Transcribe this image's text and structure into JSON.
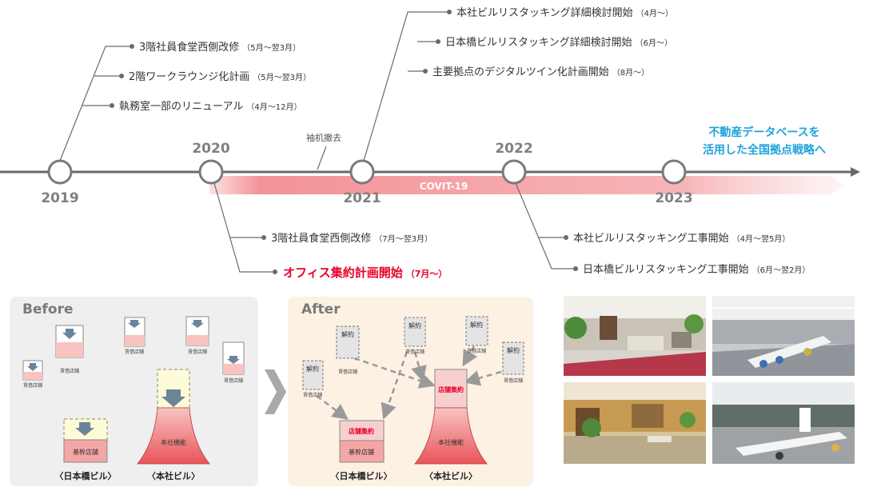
{
  "timeline": {
    "years": [
      "2019",
      "2020",
      "2021",
      "2022",
      "2023"
    ],
    "strategy_line1": "不動産データベースを",
    "strategy_line2": "活用した全国拠点戦略へ",
    "covid_label": "COVIT-19",
    "side_event": "袖机撤去",
    "events_2019": [
      {
        "text": "3階社員食堂西側改修",
        "period": "（5月～翌3月）"
      },
      {
        "text": "2階ワークラウンジ化計画",
        "period": "（5月～翌3月）"
      },
      {
        "text": "執務室一部のリニューアル",
        "period": "（4月～12月）"
      }
    ],
    "events_2020": [
      {
        "text": "3階社員食堂西側改修",
        "period": "（7月～翌3月）"
      },
      {
        "text": "オフィス集約計画開始",
        "period": "（7月～）"
      }
    ],
    "events_2021": [
      {
        "text": "本社ビルリスタッキング詳細検討開始",
        "period": "（4月～）"
      },
      {
        "text": "日本橋ビルリスタッキング詳細検討開始",
        "period": "（6月～）"
      },
      {
        "text": "主要拠点のデジタルツイン化計画開始",
        "period": "（8月～）"
      }
    ],
    "events_2022": [
      {
        "text": "本社ビルリスタッキング工事開始",
        "period": "（4月～翌5月）"
      },
      {
        "text": "日本橋ビルリスタッキング工事開始",
        "period": "（6月～翌2月）"
      }
    ]
  },
  "before": {
    "title": "Before",
    "rental_label": "賃借店舗",
    "core_label": "基幹店舗",
    "hq_label": "本社機能",
    "nihonbashi_caption": "〈日本橋ビル〉",
    "hq_caption": "〈本社ビル〉"
  },
  "after": {
    "title": "After",
    "rental_label": "賃借店舗",
    "cancel_label": "解約",
    "consolidated_label": "店舗集約",
    "core_label": "基幹店舗",
    "hq_label": "本社機能",
    "nihonbashi_caption": "〈日本橋ビル〉",
    "hq_caption": "〈本社ビル〉"
  },
  "photos": [
    "office-photo-lounge",
    "office-photo-workspace",
    "office-photo-cafe",
    "office-photo-desks"
  ],
  "colors": {
    "accent_red": "#e8002a",
    "covid_bar": "#f08a8f",
    "strategy_blue": "#1fa3dc",
    "pink": "#f4a6a6",
    "before_bg": "#efefef",
    "after_bg": "#fdf1e4"
  }
}
